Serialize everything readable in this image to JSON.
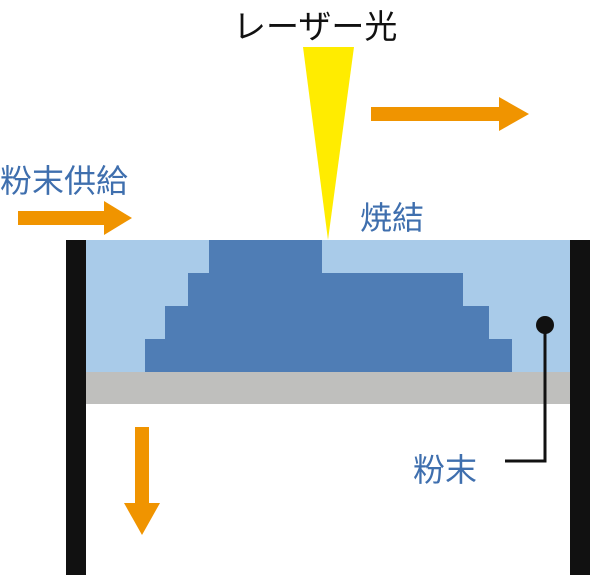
{
  "labels": {
    "laser": "レーザー光",
    "powder_supply": "粉末供給",
    "sintering": "焼結",
    "powder": "粉末"
  },
  "colors": {
    "powder": "#a9cbe9",
    "sintered": "#4f7db5",
    "platform": "#bfbfbd",
    "wall": "#111111",
    "laser": "#ffec00",
    "arrow": "#f09400",
    "label_blue": "#3f6fae",
    "leader": "#111111"
  },
  "icons": {
    "laser_beam": "yellow-cone",
    "move_arrows": "orange-arrow"
  }
}
